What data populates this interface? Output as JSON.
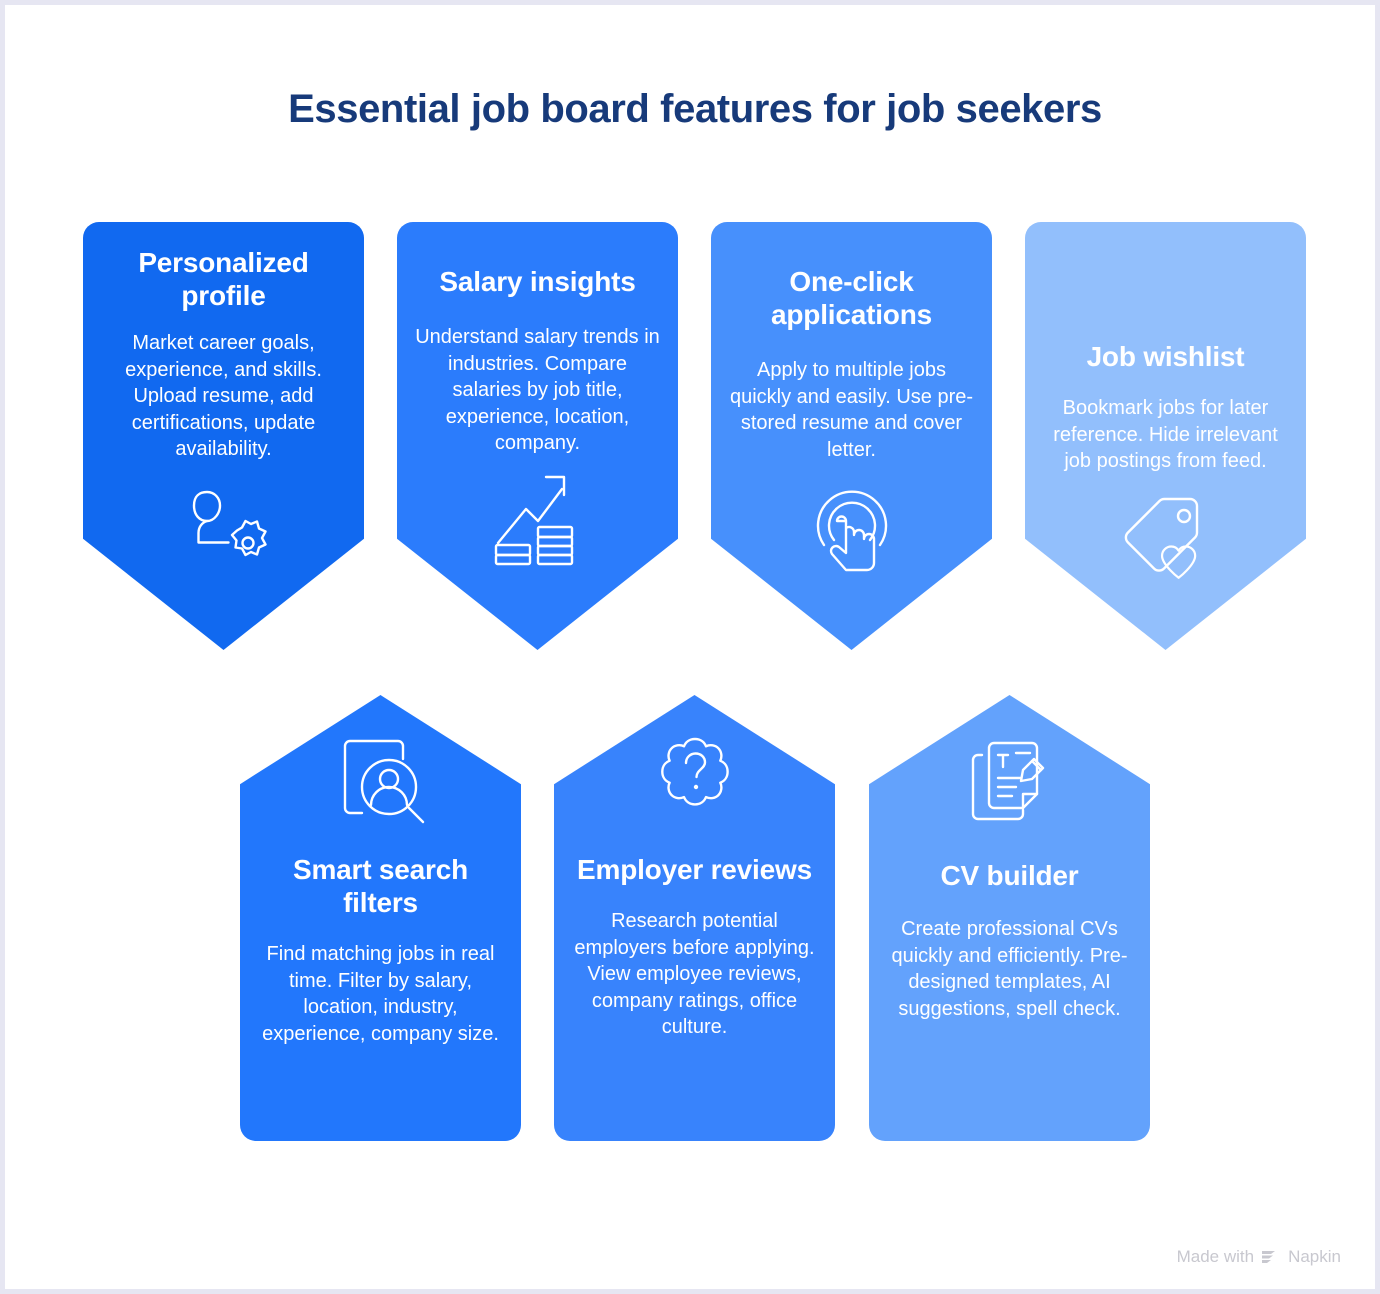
{
  "title": "Essential job board features for job seekers",
  "theme": {
    "title_color": "#173a7a",
    "page_bg": "#ffffff",
    "border_color": "#e6e6f2",
    "watermark_color": "#c8c8cf"
  },
  "cards": [
    {
      "heading": "Personalized profile",
      "body": "Market career goals, experience, and skills. Upload resume, add certifications, update availability.",
      "icon": "user-gear-icon",
      "color": "#1169f0",
      "row": "top"
    },
    {
      "heading": "Salary insights",
      "body": "Understand salary trends in industries. Compare salaries by job title, experience, location, company.",
      "icon": "growth-chart-coins-icon",
      "color": "#2b7cfc",
      "row": "top"
    },
    {
      "heading": "One-click applications",
      "body": "Apply to multiple jobs quickly and easily. Use pre-stored resume and cover letter.",
      "icon": "tap-hand-icon",
      "color": "#4790fc",
      "row": "top"
    },
    {
      "heading": "Job wishlist",
      "body": "Bookmark jobs for later reference. Hide irrelevant job postings from feed.",
      "icon": "tag-heart-icon",
      "color": "#92bffc",
      "row": "top"
    },
    {
      "heading": "Smart search filters",
      "body": "Find matching jobs in real time. Filter by salary, location, industry, experience, company size.",
      "icon": "resume-search-icon",
      "color": "#2277fc",
      "row": "bottom"
    },
    {
      "heading": "Employer reviews",
      "body": "Research potential employers before applying. View employee reviews, company ratings, office culture.",
      "icon": "question-cloud-icon",
      "color": "#3883fc",
      "row": "bottom"
    },
    {
      "heading": "CV builder",
      "body": "Create professional CVs quickly and efficiently. Pre-designed templates, AI suggestions, spell check.",
      "icon": "document-pencil-icon",
      "color": "#63a2fc",
      "row": "bottom"
    }
  ],
  "watermark": {
    "prefix": "Made with",
    "brand": "Napkin",
    "logo": "napkin-logo-icon"
  }
}
